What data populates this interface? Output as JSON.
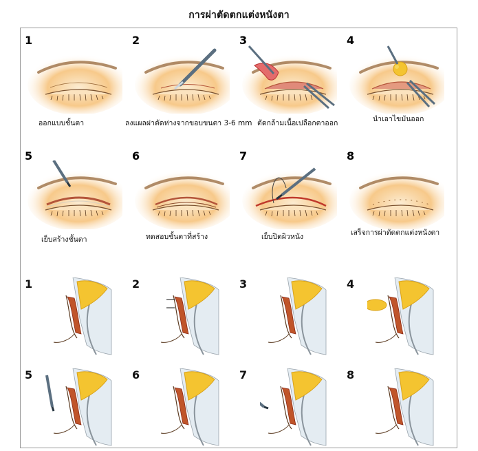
{
  "title": "การผ่าตัดตกแต่งหนังตา",
  "eye_steps": [
    {
      "num": "1",
      "caption": "ออกแบบชั้นตา"
    },
    {
      "num": "2",
      "caption": "ลงแผลผ่าตัดห่างจากขอบขนตา 3-6 mm"
    },
    {
      "num": "3",
      "caption": "ตัดกล้ามเนื้อเปลือกตาออก"
    },
    {
      "num": "4",
      "caption": "นำเอาไขมันออก"
    },
    {
      "num": "5",
      "caption": "เย็บสร้างชั้นตา"
    },
    {
      "num": "6",
      "caption": "ทดสอบชั้นตาที่สร้าง"
    },
    {
      "num": "7",
      "caption": "เย็บปิดผิวหนัง"
    },
    {
      "num": "8",
      "caption": "เสร็จการผ่าตัดตกแต่งหนังตา"
    }
  ],
  "section_steps": [
    {
      "num": "1"
    },
    {
      "num": "2"
    },
    {
      "num": "3"
    },
    {
      "num": "4"
    },
    {
      "num": "5"
    },
    {
      "num": "6"
    },
    {
      "num": "7"
    },
    {
      "num": "8"
    }
  ],
  "colors": {
    "skin_glow": "#f2a64a",
    "skin_light": "#fbe3bf",
    "incision": "#c0392b",
    "fat": "#f4c430",
    "muscle": "#c0552a",
    "instrument": "#5b6f80"
  }
}
